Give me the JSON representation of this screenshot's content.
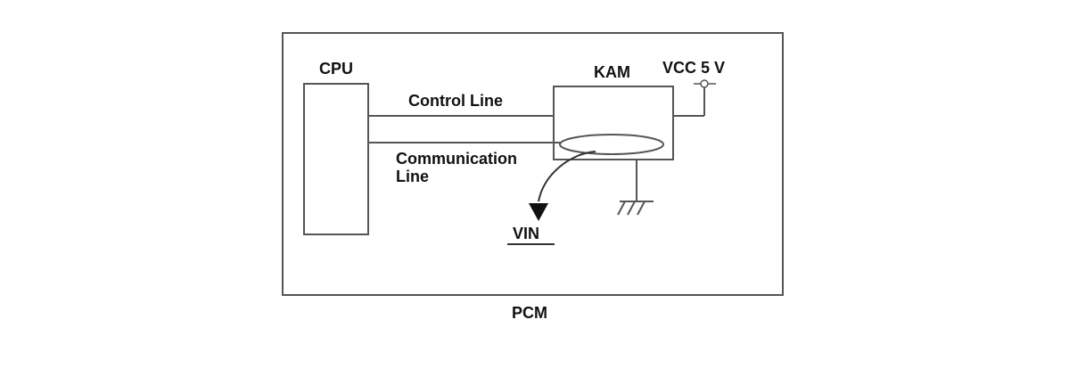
{
  "diagram": {
    "blocks": {
      "pcm": "PCM",
      "cpu": "CPU",
      "kam": "KAM"
    },
    "lines": {
      "control": "Control Line",
      "communication": "Communication\nLine"
    },
    "nodes": {
      "vcc": "VCC 5 V",
      "vin": "VIN"
    }
  },
  "colors": {
    "line": "#555555",
    "text": "#111111",
    "background": "#ffffff"
  }
}
